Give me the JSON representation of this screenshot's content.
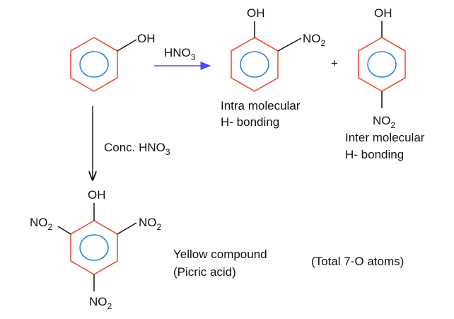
{
  "reactant": {
    "group": "OH"
  },
  "reagent_top": {
    "main": "HNO",
    "sub": "3"
  },
  "reagent_down": {
    "main": "Conc. HNO",
    "sub": "3"
  },
  "ortho_product": {
    "oh": "OH",
    "no2": "NO",
    "no2_sub": "2",
    "label_line1": "Intra molecular",
    "label_line2": "H- bonding"
  },
  "plus": "+",
  "para_product": {
    "oh": "OH",
    "no2": "NO",
    "no2_sub": "2",
    "label_line1": "Inter molecular",
    "label_line2": "H- bonding"
  },
  "picric": {
    "oh": "OH",
    "no2": "NO",
    "no2_sub": "2",
    "label_line1": "Yellow compound",
    "label_line2": "(Picric acid)"
  },
  "note": "(Total 7-O atoms)",
  "colors": {
    "ring": "#e8533a",
    "aromatic": "#2a86d8",
    "arrow_blue": "#4a4af0"
  }
}
